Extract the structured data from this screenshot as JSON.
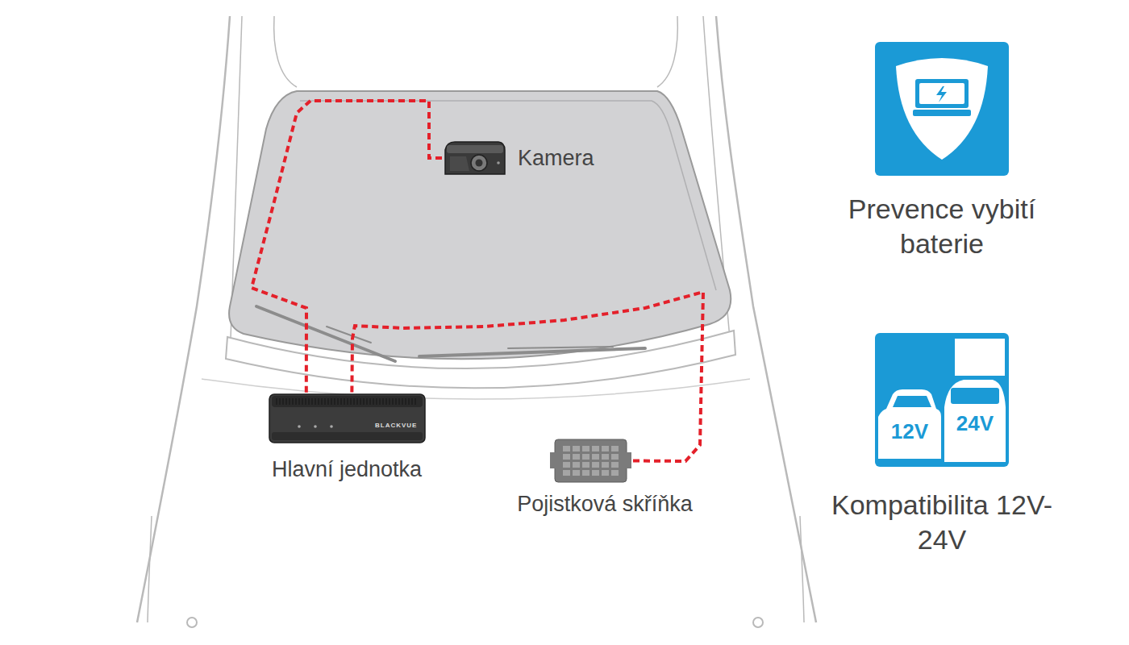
{
  "diagram": {
    "nodes": [
      {
        "text": [
          "Kamera"
        ]
      },
      {
        "text": [
          "Prevence vybití baterie"
        ]
      },
      {
        "text": [
          "BLACKVUE",
          "Hlavní jednotka"
        ]
      },
      {
        "text": [
          "Pojistková skříňka"
        ]
      },
      {
        "text": [
          "12V",
          "24V",
          "Kompatibilita 12V-24V"
        ]
      }
    ],
    "edges": [
      {
        "from": 0,
        "to": 2,
        "arrow": "none"
      },
      {
        "from": 3,
        "to": 2,
        "arrow": "none"
      }
    ]
  }
}
